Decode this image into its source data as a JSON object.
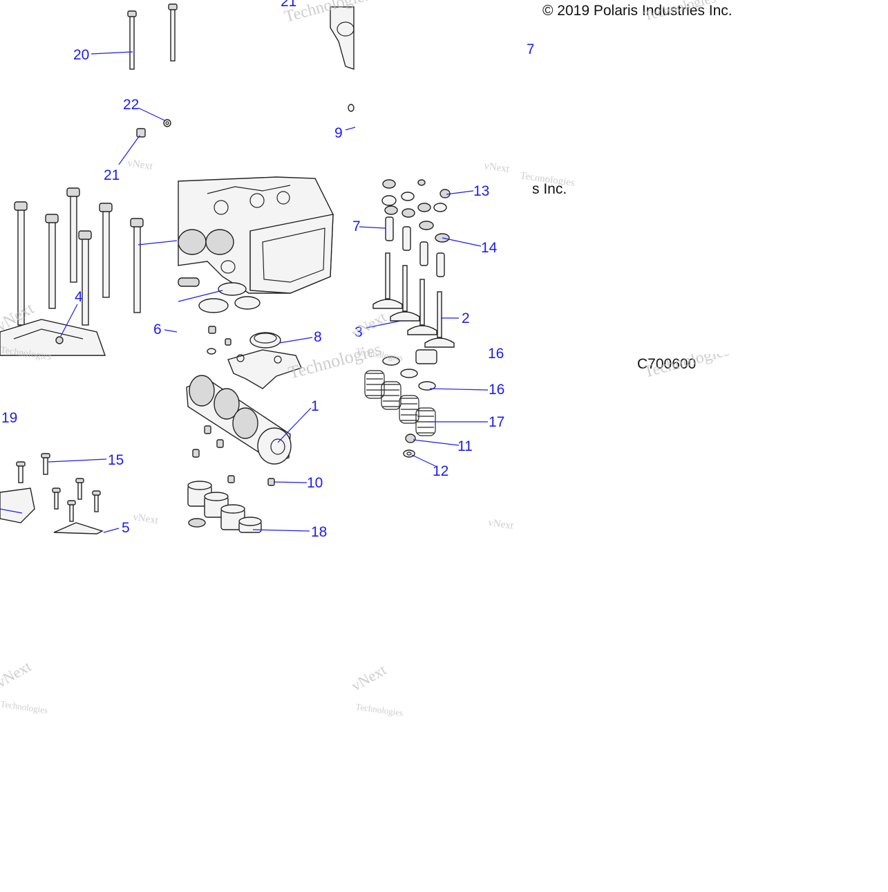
{
  "copyright": "© 2019 Polaris Industries Inc.",
  "drawing_id": "C700600",
  "watermark": {
    "line1": "vNext",
    "line2": "Technologies"
  },
  "callouts": [
    {
      "id": "c1",
      "label": "1"
    },
    {
      "id": "c2",
      "label": "2"
    },
    {
      "id": "c3",
      "label": "3"
    },
    {
      "id": "c4",
      "label": "4"
    },
    {
      "id": "c5",
      "label": "5"
    },
    {
      "id": "c6",
      "label": "6"
    },
    {
      "id": "c7a",
      "label": "7"
    },
    {
      "id": "c7b",
      "label": "7"
    },
    {
      "id": "c8",
      "label": "8"
    },
    {
      "id": "c9",
      "label": "9"
    },
    {
      "id": "c10",
      "label": "10"
    },
    {
      "id": "c11",
      "label": "11"
    },
    {
      "id": "c12",
      "label": "12"
    },
    {
      "id": "c13",
      "label": "13"
    },
    {
      "id": "c14",
      "label": "14"
    },
    {
      "id": "c15",
      "label": "15"
    },
    {
      "id": "c16",
      "label": "16"
    },
    {
      "id": "c16b",
      "label": "16"
    },
    {
      "id": "c17",
      "label": "17"
    },
    {
      "id": "c18",
      "label": "18"
    },
    {
      "id": "c19",
      "label": "19"
    },
    {
      "id": "c20",
      "label": "20"
    },
    {
      "id": "c21a",
      "label": "21"
    },
    {
      "id": "c21b",
      "label": "21"
    },
    {
      "id": "c22",
      "label": "22"
    }
  ]
}
